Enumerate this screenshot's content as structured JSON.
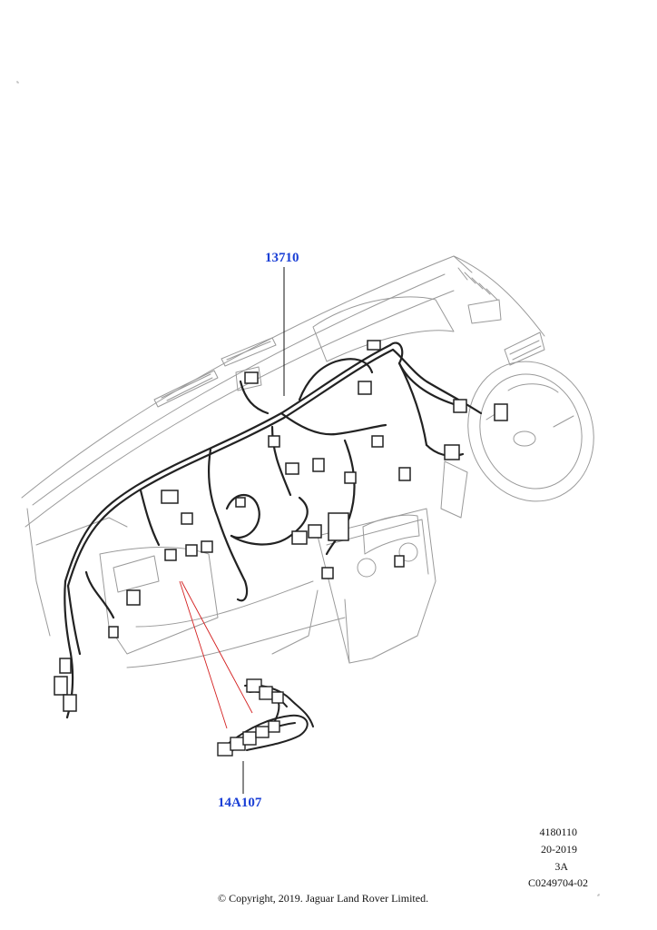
{
  "callouts": {
    "main_harness": "13710",
    "sub_harness": "14A107"
  },
  "reference": {
    "line1": "4180110",
    "line2": "20-2019",
    "line3": "3A",
    "line4": "C0249704-02"
  },
  "copyright": "© Copyright, 2019. Jaguar Land Rover Limited.",
  "colors": {
    "callout_text": "#1a3fd6",
    "leader_main": "#111111",
    "leader_sub": "#d42020",
    "line_art": "#222222",
    "faint_art": "#9a9a9a"
  }
}
